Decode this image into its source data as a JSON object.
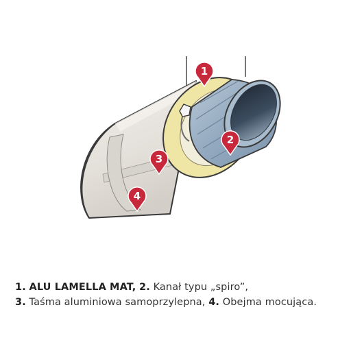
{
  "markers": [
    {
      "number": "1"
    },
    {
      "number": "2"
    },
    {
      "number": "3"
    },
    {
      "number": "4"
    }
  ],
  "caption": {
    "line1": {
      "n1": "1.",
      "item1": "ALU LAMELLA MAT,",
      "n2": "2.",
      "item2": "Kanał typu „spiro”,"
    },
    "line2": {
      "n3": "3.",
      "item3": "Taśma aluminiowa samoprzylepna,",
      "n4": "4.",
      "item4": "Obejma mocująca."
    }
  },
  "colors": {
    "marker": "#c8283c",
    "insulation": "#e6e2dc",
    "insulation_end": "#efe6a6",
    "duct": "#8fa6bd",
    "outline": "#3a3a3a"
  }
}
